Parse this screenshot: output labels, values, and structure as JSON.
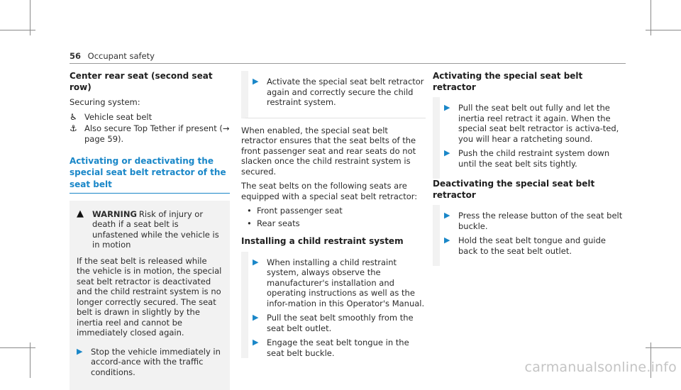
{
  "header": {
    "page_number": "56",
    "section": "Occupant safety"
  },
  "col1": {
    "heading": "Center rear seat (second seat row)",
    "securing_label": "Securing system:",
    "symbols": [
      {
        "icon": "seat-belt-icon",
        "text": "Vehicle seat belt"
      },
      {
        "icon": "top-tether-icon",
        "text": "Also secure Top Tether if present (→ page 59)."
      }
    ],
    "subheading": "Activating or deactivating the special seat belt retractor of the seat belt",
    "warning": {
      "title": "WARNING",
      "lead": "Risk of injury or death if a seat belt is unfastened while the vehicle is in motion",
      "body": "If the seat belt is released while the vehicle is in motion, the special seat belt retractor is deactivated and the child restraint system is no longer correctly secured. The seat belt is drawn in slightly by the inertia reel and cannot be immediately closed again.",
      "step": "Stop the vehicle immediately in accord-ance with the traffic conditions."
    }
  },
  "col2": {
    "box_step": "Activate the special seat belt retractor again and correctly secure the child restraint system.",
    "para1": "When enabled, the special seat belt retractor ensures that the seat belts of the front passenger seat and rear seats do not slacken once the child restraint system is secured.",
    "para2": "The seat belts on the following seats are equipped with a special seat belt retractor:",
    "bullets": [
      "Front passenger seat",
      "Rear seats"
    ],
    "heading": "Installing a child restraint system",
    "steps": [
      "When installing a child restraint system, always observe the manufacturer's installation and operating instructions as well as the infor-mation in this Operator's Manual.",
      "Pull the seat belt smoothly from the seat belt outlet.",
      "Engage the seat belt tongue in the seat belt buckle."
    ]
  },
  "col3": {
    "heading1": "Activating the special seat belt retractor",
    "steps1": [
      "Pull the seat belt out fully and let the inertia reel retract it again. When the special seat belt retractor is activa-ted, you will hear a ratcheting sound.",
      "Push the child restraint system down until the seat belt sits tightly."
    ],
    "heading2": "Deactivating the special seat belt retractor",
    "steps2": [
      "Press the release button of the seat belt buckle.",
      "Hold the seat belt tongue and guide back to the seat belt outlet."
    ]
  },
  "watermark": "carmanualsonline.info"
}
